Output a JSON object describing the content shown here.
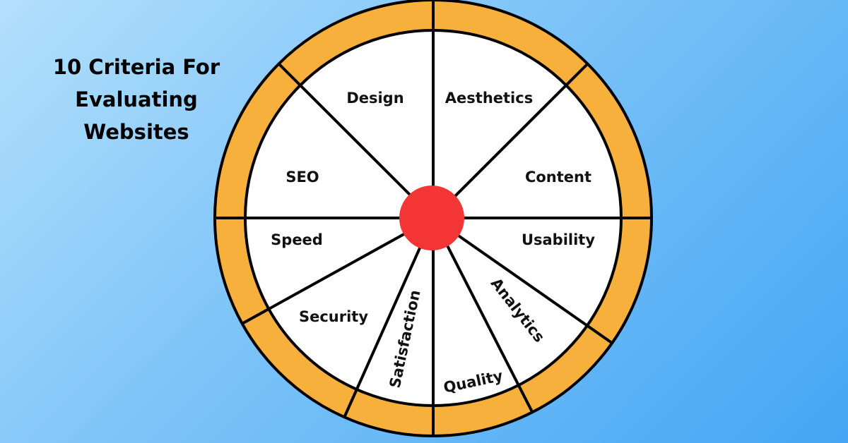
{
  "title": {
    "lines": [
      "10 Criteria For",
      "Evaluating",
      "Websites"
    ]
  },
  "wheel": {
    "segments": [
      {
        "label": "Design"
      },
      {
        "label": "Aesthetics"
      },
      {
        "label": "Content"
      },
      {
        "label": "Usability"
      },
      {
        "label": "Analytics"
      },
      {
        "label": "Quality"
      },
      {
        "label": "Satisfaction"
      },
      {
        "label": "Security"
      },
      {
        "label": "Speed"
      },
      {
        "label": "SEO"
      }
    ],
    "colors": {
      "ring": "#f8b03c",
      "hub": "#f43535",
      "face": "#ffffff",
      "stroke": "#000000"
    }
  }
}
